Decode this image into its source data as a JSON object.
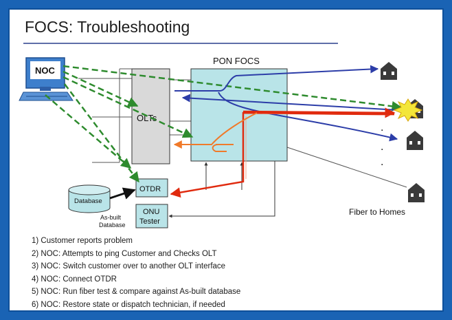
{
  "slide": {
    "title": "FOCS: Troubleshooting"
  },
  "diagram": {
    "noc_label": "NOC",
    "pon_focs_label": "PON FOCS",
    "olts_label": "OLTs",
    "otdr_label": "OTDR",
    "onu_tester_line1": "ONU",
    "onu_tester_line2": "Tester",
    "database_label": "Database",
    "asbuilt_line1": "As-built",
    "asbuilt_line2": "Database",
    "fiber_to_homes_label": "Fiber to Homes",
    "ellipsis_dots": [
      ".",
      ".",
      "."
    ]
  },
  "steps": [
    "1) Customer reports problem",
    "2) NOC: Attempts to ping Customer and Checks OLT",
    "3) NOC: Switch customer over to another OLT interface",
    "4) NOC: Connect OTDR",
    "5) NOC: Run fiber test & compare against As-built database",
    "6) NOC: Restore state or dispatch technician, if needed"
  ],
  "colors": {
    "background_frame": "#1a63b4",
    "pon_box_fill": "#b9e4e8",
    "olt_box_fill": "#d9d9d9",
    "green_dashed": "#2e8b2e",
    "blue_path": "#2c3da8",
    "red_path": "#e02a0e",
    "orange_path": "#f07a2a",
    "burst": "#f3e63a"
  }
}
